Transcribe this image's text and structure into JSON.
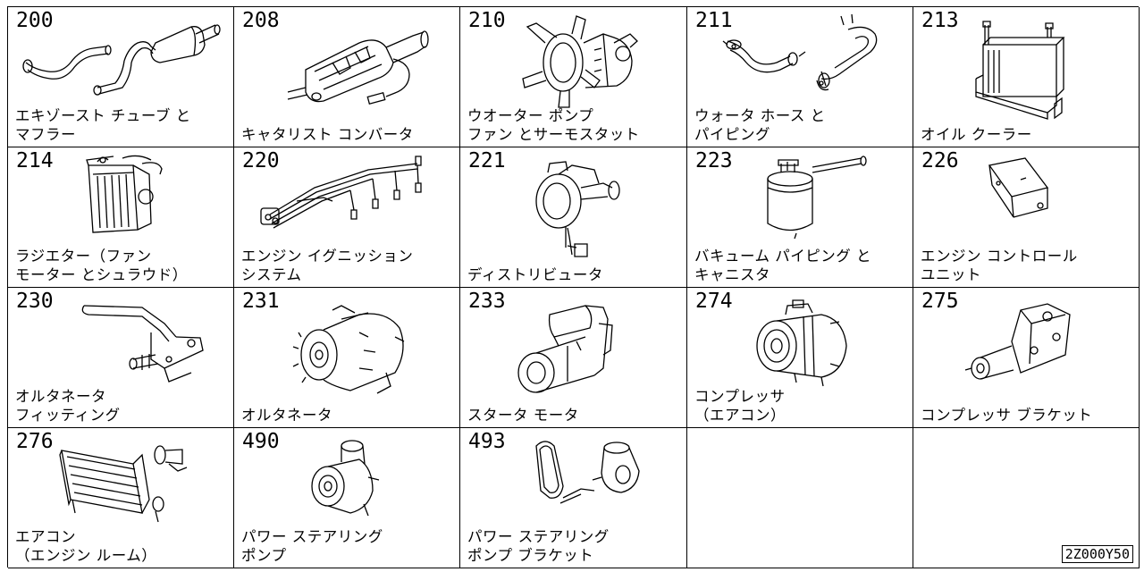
{
  "catalog_code": "2Z000Y50",
  "cells": [
    {
      "num": "200",
      "name": "エキゾースト チューブ と\nマフラー",
      "icon": "exhaust-muffler-icon"
    },
    {
      "num": "208",
      "name": "キャタリスト コンバータ",
      "icon": "catalytic-converter-icon"
    },
    {
      "num": "210",
      "name": "ウオーター ポンプ\nファン とサーモスタット",
      "icon": "water-pump-fan-icon"
    },
    {
      "num": "211",
      "name": "ウォータ ホース と\nパイピング",
      "icon": "water-hose-icon"
    },
    {
      "num": "213",
      "name": "オイル クーラー",
      "icon": "oil-cooler-icon"
    },
    {
      "num": "214",
      "name": "ラジエター（ファン\nモーター とシュラウド）",
      "icon": "radiator-icon"
    },
    {
      "num": "220",
      "name": "エンジン イグニッション\nシステム",
      "icon": "ignition-wires-icon"
    },
    {
      "num": "221",
      "name": "ディストリビュータ",
      "icon": "distributor-icon"
    },
    {
      "num": "223",
      "name": "バキューム パイピング と\nキャニスタ",
      "icon": "vacuum-canister-icon"
    },
    {
      "num": "226",
      "name": "エンジン コントロール\nユニット",
      "icon": "engine-control-unit-icon"
    },
    {
      "num": "230",
      "name": "オルタネータ\nフィッティング",
      "icon": "alternator-bracket-icon"
    },
    {
      "num": "231",
      "name": "オルタネータ",
      "icon": "alternator-icon"
    },
    {
      "num": "233",
      "name": "スタータ モータ",
      "icon": "starter-motor-icon"
    },
    {
      "num": "274",
      "name": "コンプレッサ\n（エアコン）",
      "icon": "ac-compressor-icon"
    },
    {
      "num": "275",
      "name": "コンプレッサ ブラケット",
      "icon": "compressor-bracket-icon"
    },
    {
      "num": "276",
      "name": "エアコン\n（エンジン ルーム）",
      "icon": "condenser-icon"
    },
    {
      "num": "490",
      "name": "パワー ステアリング\nポンプ",
      "icon": "power-steering-pump-icon"
    },
    {
      "num": "493",
      "name": "パワー ステアリング\nポンプ ブラケット",
      "icon": "pump-bracket-belt-icon"
    },
    {
      "num": "",
      "name": "",
      "icon": ""
    },
    {
      "num": "",
      "name": "",
      "icon": ""
    }
  ]
}
